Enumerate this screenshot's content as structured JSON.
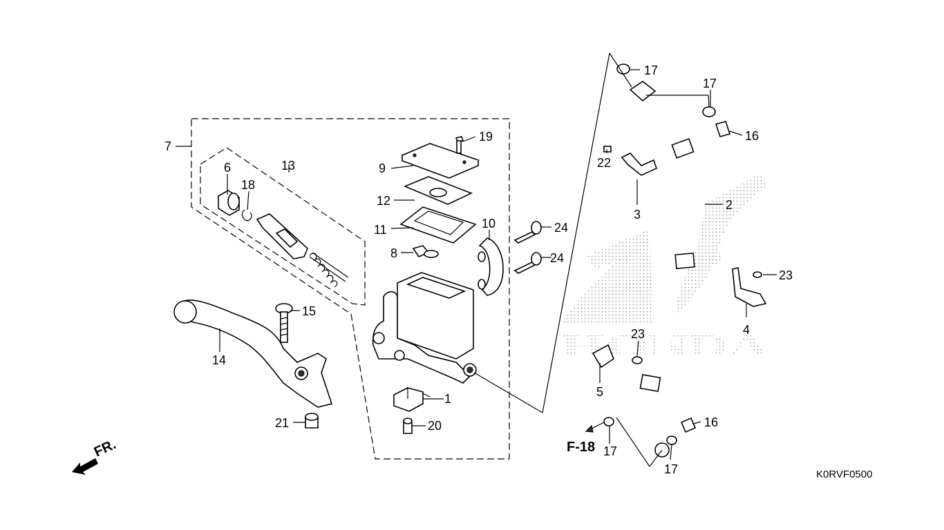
{
  "diagram_code": "K0RVF0500",
  "direction_label": "FR.",
  "reference_label": "F-18",
  "watermark_text": "HONDA",
  "colors": {
    "ink": "#000000",
    "watermark_dots": "#9a9a9a",
    "background": "#ffffff"
  },
  "callouts": {
    "c1": "1",
    "c2": "2",
    "c3": "3",
    "c4": "4",
    "c5": "5",
    "c6": "6",
    "c7": "7",
    "c8": "8",
    "c9": "9",
    "c10": "10",
    "c11": "11",
    "c12": "12",
    "c13": "13",
    "c14": "14",
    "c15": "15",
    "c16a": "16",
    "c16b": "16",
    "c17a": "17",
    "c17b": "17",
    "c17c": "17",
    "c17d": "17",
    "c18": "18",
    "c19": "19",
    "c20": "20",
    "c21": "21",
    "c22": "22",
    "c23a": "23",
    "c23b": "23",
    "c24a": "24",
    "c24b": "24"
  }
}
